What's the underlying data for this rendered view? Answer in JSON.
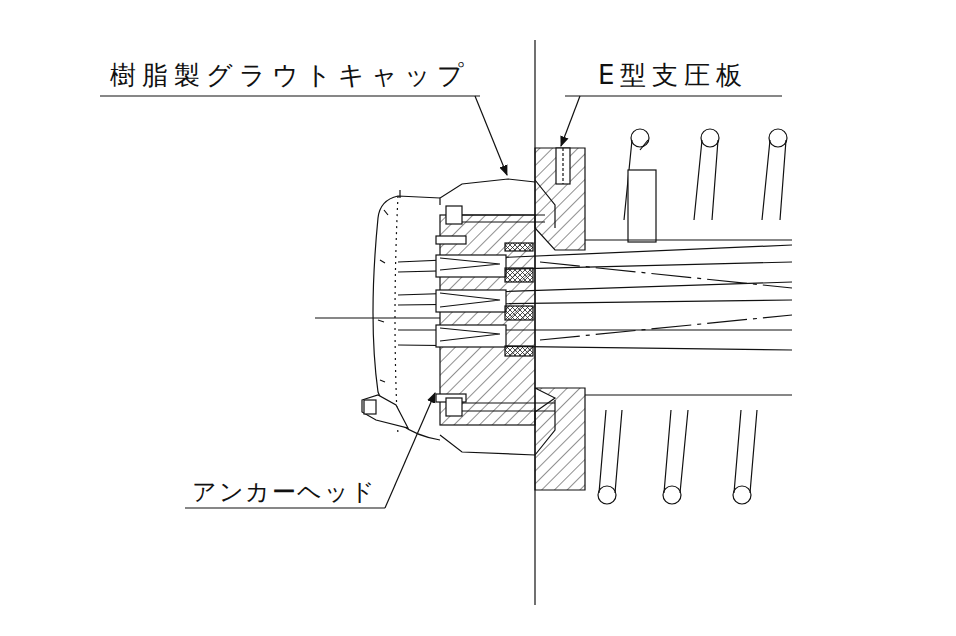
{
  "diagram": {
    "labels": [
      "樹脂製グラウトキャップ",
      "E型支圧板",
      "アンカーヘッド"
    ]
  }
}
